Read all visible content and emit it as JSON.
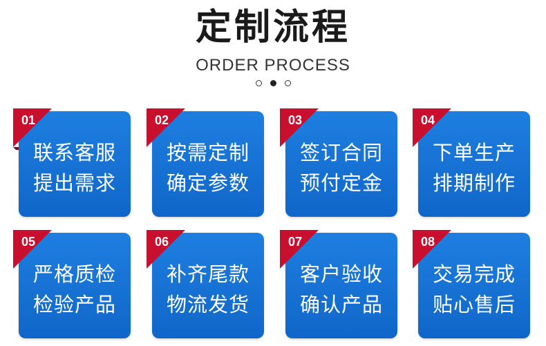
{
  "header": {
    "title": "定制流程",
    "subtitle": "ORDER PROCESS"
  },
  "pager": {
    "count": 3,
    "active_index": 1
  },
  "colors": {
    "card": "#1672d6",
    "tag": "#c8102e"
  },
  "steps": [
    {
      "number": "01",
      "line1": "联系客服",
      "line2": "提出需求"
    },
    {
      "number": "02",
      "line1": "按需定制",
      "line2": "确定参数"
    },
    {
      "number": "03",
      "line1": "签订合同",
      "line2": "预付定金"
    },
    {
      "number": "04",
      "line1": "下单生产",
      "line2": "排期制作"
    },
    {
      "number": "05",
      "line1": "严格质检",
      "line2": "检验产品"
    },
    {
      "number": "06",
      "line1": "补齐尾款",
      "line2": "物流发货"
    },
    {
      "number": "07",
      "line1": "客户验收",
      "line2": "确认产品"
    },
    {
      "number": "08",
      "line1": "交易完成",
      "line2": "贴心售后"
    }
  ]
}
